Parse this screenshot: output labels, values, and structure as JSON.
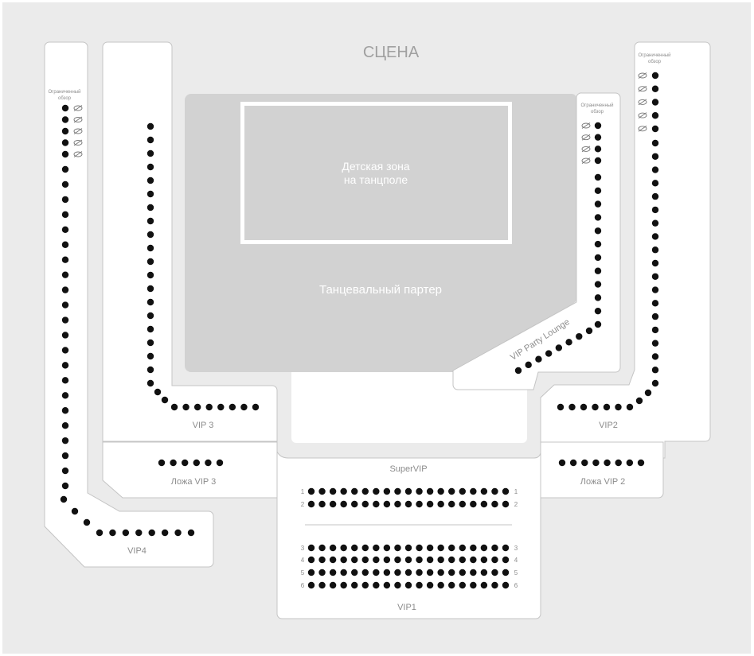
{
  "stage": {
    "label": "СЦЕНА"
  },
  "zones": {
    "kids": {
      "line1": "Детская зона",
      "line2": "на танцполе"
    },
    "dance_floor": {
      "label": "Танцевальный партер"
    },
    "vip_party_lounge": {
      "label": "VIP Party Lounge"
    },
    "vip1": {
      "label": "VIP1"
    },
    "vip2": {
      "label": "VIP2"
    },
    "vip3": {
      "label": "VIP 3"
    },
    "vip4": {
      "label": "VIP4"
    },
    "super_vip": {
      "label": "SuperVIP"
    },
    "loge_vip2": {
      "label": "Ложа VIP 2"
    },
    "loge_vip3": {
      "label": "Ложа VIP 3"
    }
  },
  "restricted_view": {
    "line1": "Ограниченный",
    "line2": "обзор",
    "icon": "eye-slash-icon"
  },
  "rows": {
    "super_vip": [
      "1",
      "2"
    ],
    "vip1": [
      "3",
      "4",
      "5",
      "6"
    ]
  },
  "colors": {
    "page_bg": "#ebebeb",
    "section_fill": "#ffffff",
    "section_stroke": "#c4c4c4",
    "dance_floor": "#d2d2d2",
    "kids_zone": "#d2d2d2",
    "seat": "#111111",
    "label_text": "#8c8c8c",
    "stage_text": "#a0a0a0"
  }
}
